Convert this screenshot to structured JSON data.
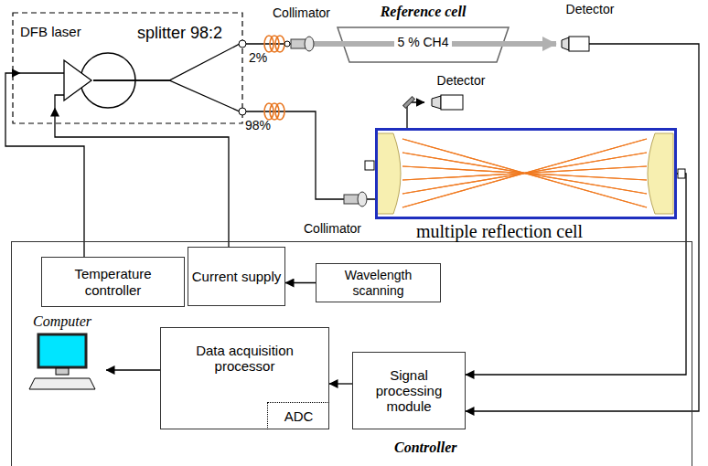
{
  "diagram": {
    "nodes": [
      {
        "text": [
          "DFB laser"
        ]
      },
      {
        "text": [
          "Reference cell",
          "5 % CH4"
        ]
      },
      {
        "text": [
          "Detector"
        ]
      },
      {
        "text": [
          "multiple reflection cell"
        ]
      },
      {
        "text": [
          "Detector"
        ]
      },
      {
        "text": [
          "Controller"
        ]
      },
      {
        "text": [
          "Temperature controller"
        ],
        "in": 5
      },
      {
        "text": [
          "Current supply"
        ],
        "in": 5
      },
      {
        "text": [
          "Wavelength scanning"
        ],
        "in": 5
      },
      {
        "text": [
          "Computer"
        ],
        "in": 5
      },
      {
        "text": [
          "Data acquisition processor"
        ],
        "in": 5
      },
      {
        "text": [
          "ADC"
        ],
        "in": 10
      },
      {
        "text": [
          "Signal processing module"
        ],
        "in": 5
      }
    ],
    "edges": [
      {
        "from": 0,
        "to": 1,
        "arrow": "none"
      },
      {
        "from": 0,
        "to": 3,
        "arrow": "none"
      },
      {
        "from": 1,
        "to": 2,
        "arrow": "to"
      },
      {
        "from": 3,
        "to": 4,
        "arrow": "to"
      },
      {
        "from": 6,
        "to": 0,
        "arrow": "to"
      },
      {
        "from": 7,
        "to": 0,
        "arrow": "to"
      },
      {
        "from": 8,
        "to": 7,
        "arrow": "to"
      },
      {
        "from": 12,
        "to": 10,
        "arrow": "to"
      },
      {
        "from": 10,
        "to": 9,
        "arrow": "to"
      },
      {
        "from": 2,
        "to": 12,
        "arrow": "to"
      },
      {
        "from": 3,
        "to": 12,
        "arrow": "to"
      }
    ],
    "labels": [
      "splitter 98:2",
      "2%",
      "98%",
      "Collimator",
      "Collimator"
    ]
  }
}
